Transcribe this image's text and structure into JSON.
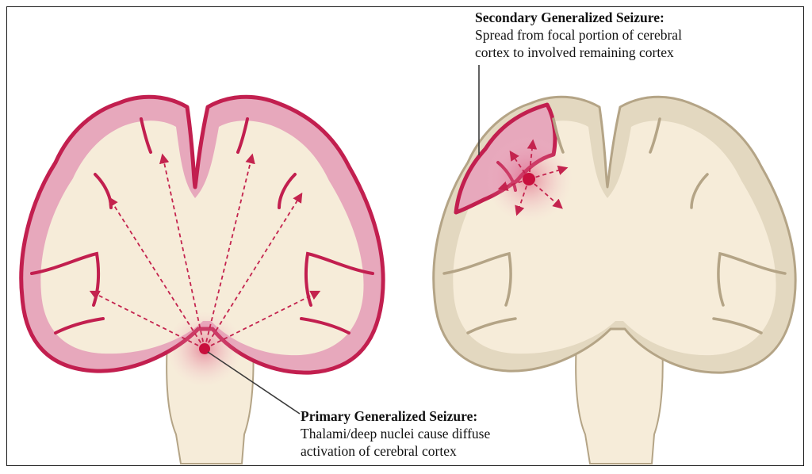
{
  "primary": {
    "title": "Primary Generalized Seizure:",
    "line1": "Thalami/deep nuclei cause diffuse",
    "line2": "activation of cerebral cortex"
  },
  "secondary": {
    "title": "Secondary Generalized Seizure:",
    "line1": "Spread from focal portion of cerebral",
    "line2": "cortex to involved remaining cortex"
  },
  "colors": {
    "white_matter": "#f6ecd9",
    "cortex_active": "#e7a8bc",
    "cortex_active_edge": "#c21f4f",
    "cortex_inactive": "#e3d8c0",
    "cortex_inactive_edge": "#b4a486",
    "arrow": "#c4234e",
    "focus": "#c8103d"
  }
}
